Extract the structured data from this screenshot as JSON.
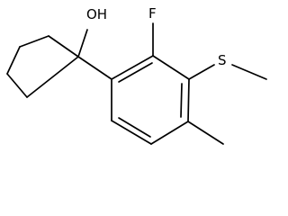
{
  "molecule": {
    "atoms": {
      "hydroxyl": "OH",
      "fluorine": "F",
      "sulfur": "S"
    },
    "colors": {
      "bond": "#000000",
      "label": "#000000",
      "background": "#ffffff"
    }
  }
}
